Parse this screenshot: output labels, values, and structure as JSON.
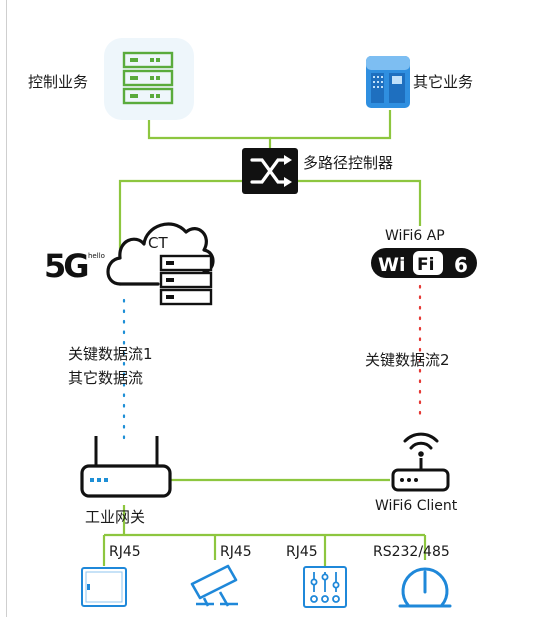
{
  "labels": {
    "control_business": "控制业务",
    "other_business": "其它业务",
    "multipath_controller": "多路径控制器",
    "ct": "CT",
    "wifi6_ap": "WiFi6 AP",
    "flow1_line1": "关键数据流1",
    "flow1_line2": "其它数据流",
    "flow2": "关键数据流2",
    "wifi6_client": "WiFi6 Client",
    "gateway": "工业网关",
    "port1": "RJ45",
    "port2": "RJ45",
    "port3": "RJ45",
    "port4": "RS232/485",
    "fiveg_text": "5G",
    "hello_text": "hello",
    "wifi_logo_wi": "Wi",
    "wifi_logo_fi": "Fi",
    "wifi_logo_6": "6"
  },
  "colors": {
    "link_green": "#8dc63f",
    "dot_blue": "#1e8fd6",
    "dot_red": "#e53935",
    "icon_green": "#5aab3c",
    "icon_blue": "#1f88d9",
    "dark": "#111111"
  },
  "icons": [
    "server-rack-icon",
    "storage-server-icon",
    "shuffle-icon",
    "cloud-icon",
    "router-icon",
    "wifi-router-icon",
    "panel-icon",
    "camera-icon",
    "mixer-icon",
    "gauge-icon"
  ]
}
